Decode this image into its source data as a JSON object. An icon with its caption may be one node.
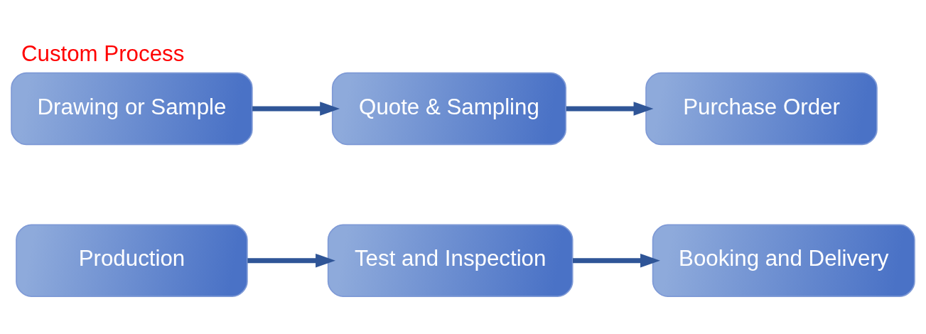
{
  "diagram": {
    "title": "Custom Process",
    "nodes": [
      {
        "text": [
          "Drawing or Sample"
        ]
      },
      {
        "text": [
          "Quote & Sampling"
        ]
      },
      {
        "text": [
          "Purchase Order"
        ]
      },
      {
        "text": [
          "Production"
        ]
      },
      {
        "text": [
          "Test and Inspection"
        ]
      },
      {
        "text": [
          "Booking and Delivery"
        ]
      }
    ],
    "edges": [
      {
        "from": 0,
        "to": 1,
        "arrow": "to"
      },
      {
        "from": 1,
        "to": 2,
        "arrow": "to"
      },
      {
        "from": 3,
        "to": 4,
        "arrow": "to"
      },
      {
        "from": 4,
        "to": 5,
        "arrow": "to"
      }
    ]
  }
}
